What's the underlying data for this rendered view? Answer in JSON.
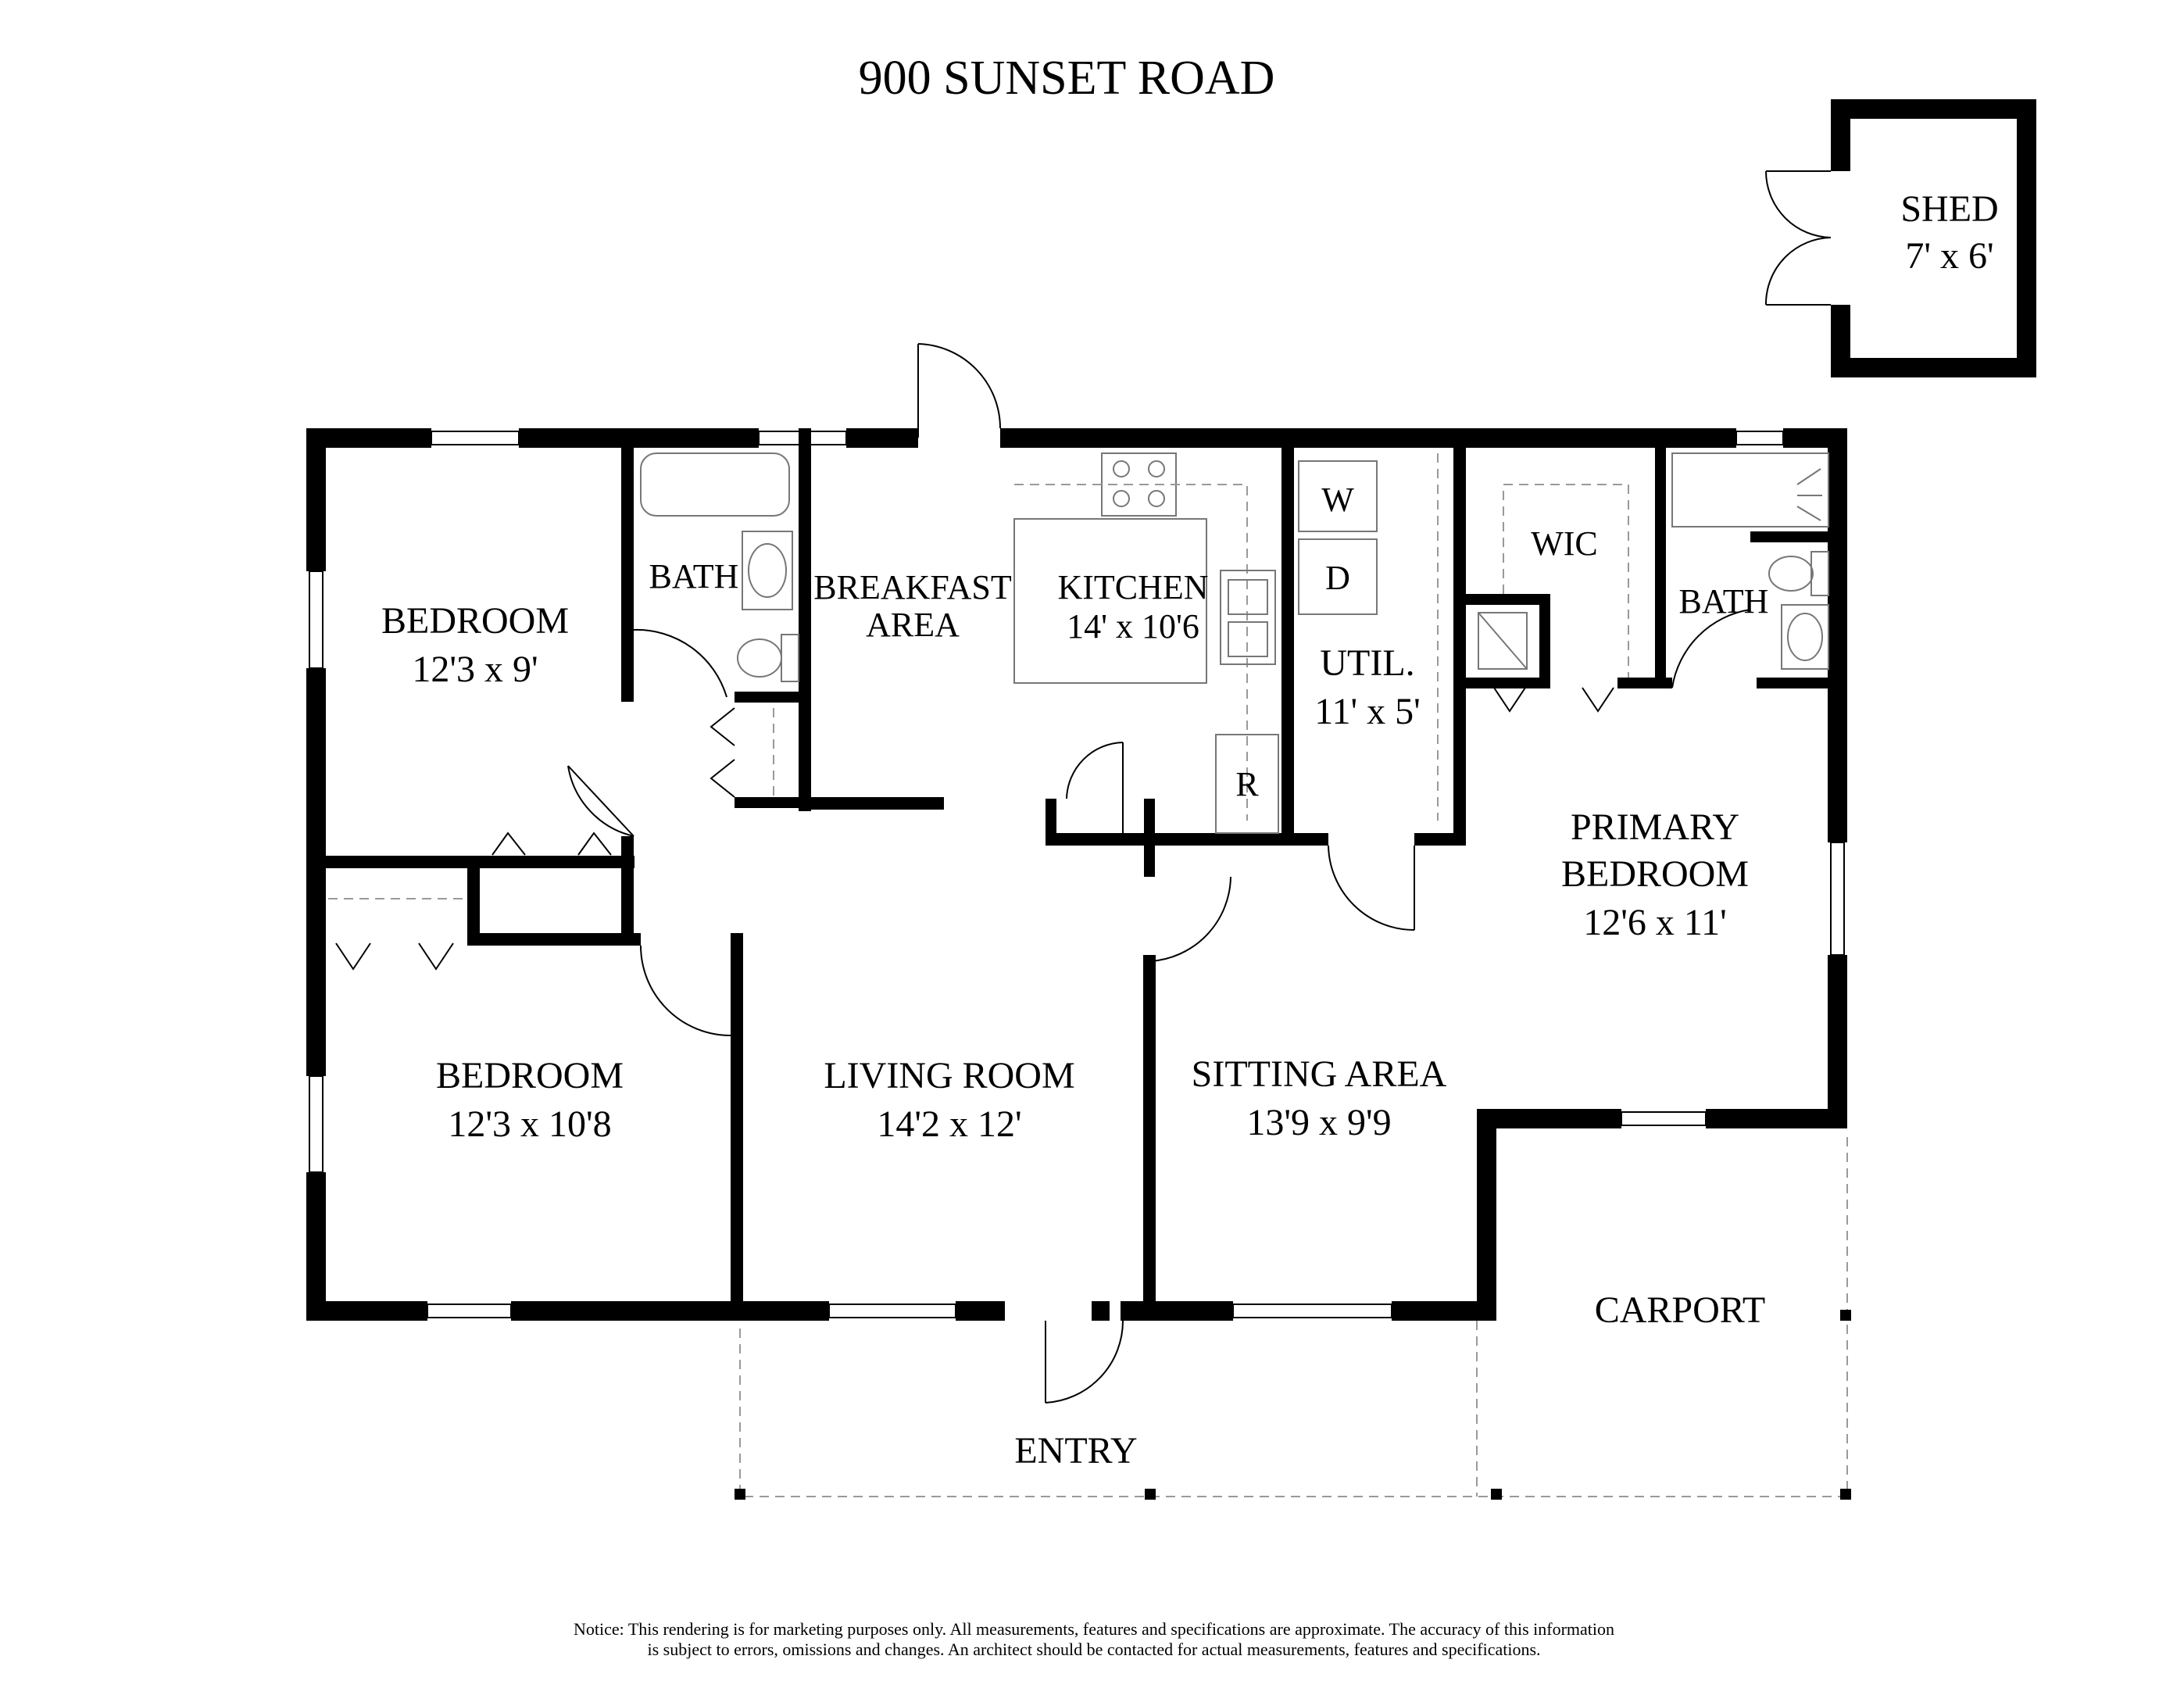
{
  "title": "900 SUNSET ROAD",
  "rooms": {
    "shed": {
      "name": "SHED",
      "size": "7' x 6'"
    },
    "bedroom1": {
      "name": "BEDROOM",
      "size": "12'3 x 9'"
    },
    "bath1": {
      "name": "BATH"
    },
    "breakfast": {
      "name_line1": "BREAKFAST",
      "name_line2": "AREA"
    },
    "kitchen": {
      "name": "KITCHEN",
      "size": "14' x 10'6"
    },
    "washer": "W",
    "dryer": "D",
    "refrigerator": "R",
    "util": {
      "name": "UTIL.",
      "size": "11' x 5'"
    },
    "wic": {
      "name": "WIC"
    },
    "bath2": {
      "name": "BATH"
    },
    "primary": {
      "name_line1": "PRIMARY",
      "name_line2": "BEDROOM",
      "size": "12'6 x 11'"
    },
    "bedroom2": {
      "name": "BEDROOM",
      "size": "12'3 x 10'8"
    },
    "living": {
      "name": "LIVING ROOM",
      "size": "14'2 x 12'"
    },
    "sitting": {
      "name": "SITTING AREA",
      "size": "13'9 x 9'9"
    },
    "carport": {
      "name": "CARPORT"
    },
    "entry": {
      "name": "ENTRY"
    }
  },
  "notice_line1": "Notice: This rendering is for marketing purposes only. All measurements, features and specifications are approximate. The accuracy of this information",
  "notice_line2": "is subject to errors, omissions and changes. An architect should be contacted for actual measurements, features and specifications."
}
